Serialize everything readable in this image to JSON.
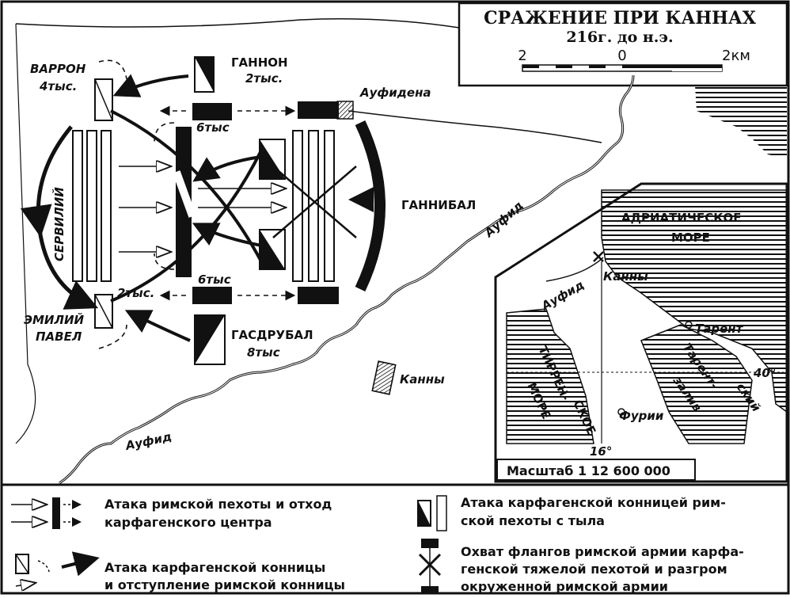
{
  "title": "СРАЖЕНИЕ ПРИ КАННАХ",
  "subtitle": "216г. до н.э.",
  "scale_bar": {
    "left": "2",
    "mid": "0",
    "right": "2км"
  },
  "labels": {
    "varron": "ВАРРОН",
    "varron_force": "4тыс.",
    "servily": "СЕРВИЛИЙ",
    "emily_1": "ЭМИЛИЙ",
    "emily_2": "ПАВЕЛ",
    "emily_force": "2тыс.",
    "gannon": "ГАННОН",
    "gannon_force": "2тыс.",
    "six_top": "6тыс",
    "six_bottom": "6тыс",
    "hasdrubal": "ГАСДРУБАЛ",
    "hasdrubal_force": "8тыс",
    "hannibal": "ГАННИБАЛ",
    "aufidena": "Ауфидена",
    "aufid_main": "Ауфид",
    "aufid_lower": "Ауфид",
    "kanny_main": "Канны"
  },
  "inset": {
    "sea_adriatic_1": "АДРИАТИЧЕСКОЕ",
    "sea_adriatic_2": "МОРЕ",
    "kanny": "Канны",
    "aufid": "Ауфид",
    "tarent": "Тарент",
    "gulf_1": "Тарент-",
    "gulf_2": "ский",
    "gulf_3": "залив",
    "tyrrhen_1": "ТИРРЕН-",
    "tyrrhen_2": "СКОЕ",
    "tyrrhen_3": "МОРЕ",
    "furii": "Фурии",
    "lat": "40°",
    "lon": "16°",
    "scale": "Масштаб 1 12 600 000"
  },
  "legend": [
    {
      "line1": "Атака римской пехоты и отход",
      "line2": "карфагенского центра"
    },
    {
      "line1": "Атака карфагенской конницей рим-",
      "line2": "ской пехоты с тыла"
    },
    {
      "line1": "Атака карфагенской конницы",
      "line2": "и отступление римской конницы"
    },
    {
      "line1": "Охват флангов римской армии карфа-",
      "line2": "генской тяжелой пехотой и разгром",
      "line3": "окруженной римской армии"
    }
  ]
}
